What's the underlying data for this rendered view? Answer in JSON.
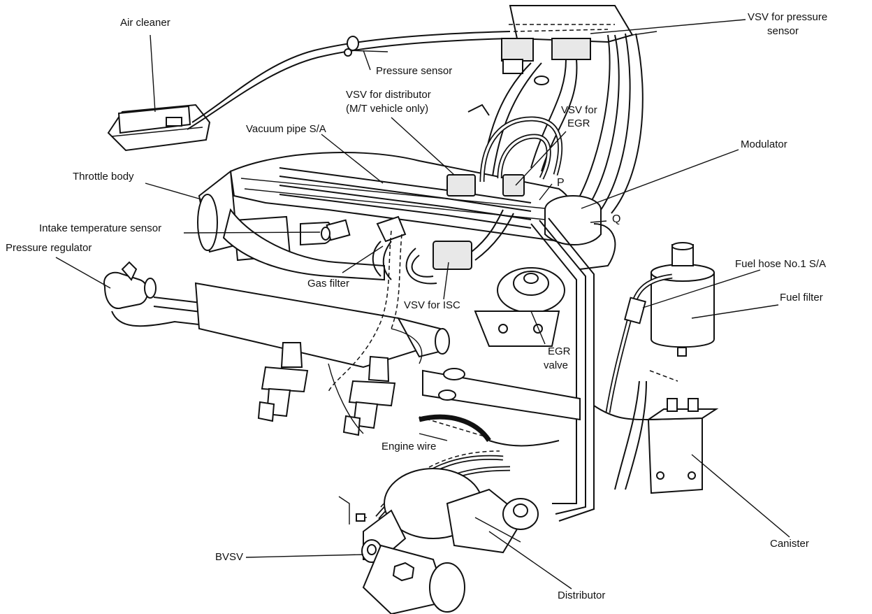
{
  "labels": {
    "air_cleaner": "Air cleaner",
    "vsv_pressure_sensor_line1": "VSV for pressure",
    "vsv_pressure_sensor_line2": "sensor",
    "pressure_sensor": "Pressure sensor",
    "vsv_distributor_line1": "VSV for distributor",
    "vsv_distributor_line2": "(M/T vehicle only)",
    "vsv_egr_line1": "VSV for",
    "vsv_egr_line2": "EGR",
    "vacuum_pipe": "Vacuum pipe S/A",
    "modulator": "Modulator",
    "throttle_body": "Throttle body",
    "point_p": "P",
    "point_q": "Q",
    "intake_temp_sensor": "Intake temperature sensor",
    "pressure_regulator": "Pressure regulator",
    "fuel_hose": "Fuel hose No.1 S/A",
    "fuel_filter": "Fuel filter",
    "gas_filter": "Gas filter",
    "vsv_isc": "VSV for ISC",
    "egr_valve_line1": "EGR",
    "egr_valve_line2": "valve",
    "engine_wire": "Engine wire",
    "canister": "Canister",
    "bvsv": "BVSV",
    "distributor": "Distributor"
  }
}
